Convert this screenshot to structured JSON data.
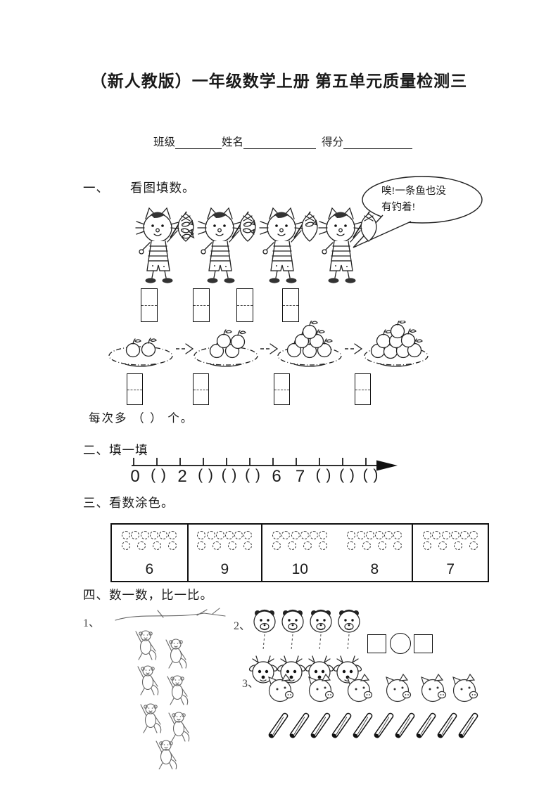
{
  "header": {
    "title": "（新人教版）一年级数学上册 第五单元质量检测三",
    "class_label": "班级",
    "name_label": "姓名",
    "score_label": "得分"
  },
  "section1": {
    "number": "一、",
    "title": "看图填数。",
    "bubble_line1": "唉!一条鱼也没",
    "bubble_line2": "有钓着!",
    "cats_fish_counts": [
      3,
      2,
      1,
      0
    ],
    "plates_apple_counts": [
      2,
      4,
      6,
      8
    ],
    "cat_answer_boxes": 4,
    "plate_answer_boxes": 4,
    "footer_text": "每次多 （ ） 个。"
  },
  "section2": {
    "number": "二、",
    "title": "填一填",
    "tick_labels": [
      "0",
      "( )",
      "2",
      "( )",
      "( )",
      "( )",
      "6",
      "7",
      "( )",
      "( )",
      "( )"
    ]
  },
  "section3": {
    "number": "三、",
    "title": "看数涂色。",
    "groups": [
      {
        "circle_count": 10,
        "number": "6"
      },
      {
        "circle_count": 10,
        "number": "9"
      },
      {
        "circle_count": 10,
        "number": "10"
      },
      {
        "circle_count": 10,
        "number": "8"
      },
      {
        "circle_count": 10,
        "number": "7"
      }
    ],
    "cell_layout": [
      [
        0
      ],
      [
        1
      ],
      [
        2,
        3
      ],
      [
        4
      ]
    ]
  },
  "section4": {
    "number": "四、",
    "title": "数一数，比一比。",
    "item1_label": "1、",
    "item2_label": "2、",
    "item3_label": "3、",
    "monkey_count": 7,
    "top_faces_count": 4,
    "bottom_faces_count": 4,
    "pig_count": 6,
    "stick_count": 10
  }
}
